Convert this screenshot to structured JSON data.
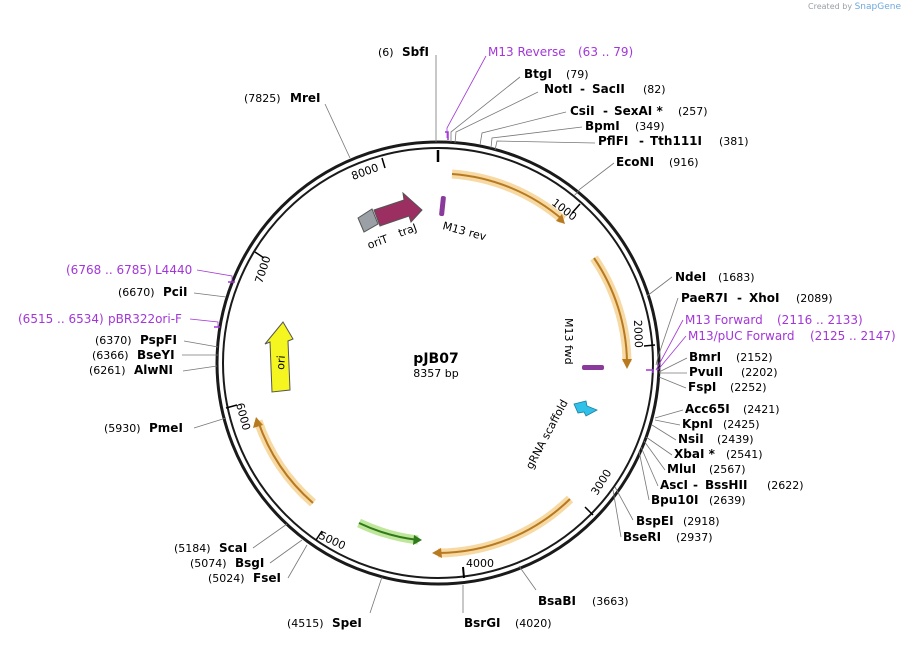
{
  "credit": {
    "prefix": "Created by",
    "brand": "SnapGene"
  },
  "plasmid": {
    "name": "pJB07",
    "length": "8357 bp"
  },
  "ticks": [
    "1000",
    "2000",
    "3000",
    "4000",
    "5000",
    "6000",
    "7000",
    "8000"
  ],
  "enzymes": [
    {
      "name": "SbfI",
      "pos": "(6)"
    },
    {
      "name": "BtgI",
      "pos": "(79)"
    },
    {
      "name": "NotI",
      "name2": "SacII",
      "pos": "(82)"
    },
    {
      "name": "CsiI",
      "name2": "SexAI *",
      "pos": "(257)"
    },
    {
      "name": "BpmI",
      "pos": "(349)"
    },
    {
      "name": "PflFI",
      "name2": "Tth111I",
      "pos": "(381)"
    },
    {
      "name": "EcoNI",
      "pos": "(916)"
    },
    {
      "name": "NdeI",
      "pos": "(1683)"
    },
    {
      "name": "PaeR7I",
      "name2": "XhoI",
      "pos": "(2089)"
    },
    {
      "name": "BmrI",
      "pos": "(2152)"
    },
    {
      "name": "PvuII",
      "pos": "(2202)"
    },
    {
      "name": "FspI",
      "pos": "(2252)"
    },
    {
      "name": "Acc65I",
      "pos": "(2421)"
    },
    {
      "name": "KpnI",
      "pos": "(2425)"
    },
    {
      "name": "NsiI",
      "pos": "(2439)"
    },
    {
      "name": "XbaI *",
      "pos": "(2541)"
    },
    {
      "name": "MluI",
      "pos": "(2567)"
    },
    {
      "name": "AscI",
      "name2": "BssHII",
      "pos": "(2622)"
    },
    {
      "name": "Bpu10I",
      "pos": "(2639)"
    },
    {
      "name": "BspEI",
      "pos": "(2918)"
    },
    {
      "name": "BseRI",
      "pos": "(2937)"
    },
    {
      "name": "BsaBI",
      "pos": "(3663)"
    },
    {
      "name": "BsrGI",
      "pos": "(4020)"
    },
    {
      "name": "SpeI",
      "pos": "(4515)"
    },
    {
      "name": "FseI",
      "pos": "(5024)"
    },
    {
      "name": "BsgI",
      "pos": "(5074)"
    },
    {
      "name": "ScaI",
      "pos": "(5184)"
    },
    {
      "name": "PmeI",
      "pos": "(5930)"
    },
    {
      "name": "AlwNI",
      "pos": "(6261)"
    },
    {
      "name": "BseYI",
      "pos": "(6366)"
    },
    {
      "name": "PspFI",
      "pos": "(6370)"
    },
    {
      "name": "PciI",
      "pos": "(6670)"
    },
    {
      "name": "MreI",
      "pos": "(7825)"
    }
  ],
  "primers": [
    {
      "name": "M13 Reverse",
      "range": "(63 .. 79)"
    },
    {
      "name": "M13 Forward",
      "range": "(2116 .. 2133)"
    },
    {
      "name": "M13/pUC Forward",
      "range": "(2125 .. 2147)"
    },
    {
      "name": "L4440",
      "range": "(6768 .. 6785)"
    },
    {
      "name": "pBR322ori-F",
      "range": "(6515 .. 6534)"
    }
  ],
  "features": {
    "oriT": "oriT",
    "traJ": "traJ",
    "m13rev": "M13 rev",
    "m13fwd": "M13 fwd",
    "grna": "gRNA scaffold",
    "ori": "ori"
  },
  "colors": {
    "backbone": "#1a1a1a",
    "orf_fill": "#f2c57c",
    "orf_glow": "#f7d9a3",
    "orf_arrow": "#b87a20",
    "green_glow": "#bfe69a",
    "green_arrow": "#2f7a1a",
    "traJ": "#9b2f61",
    "oriT": "#9aa0a6",
    "m13_site": "#8a3a9a",
    "grna": "#31c0e8",
    "ori": "#f5f520",
    "primer": "#a336d8"
  }
}
